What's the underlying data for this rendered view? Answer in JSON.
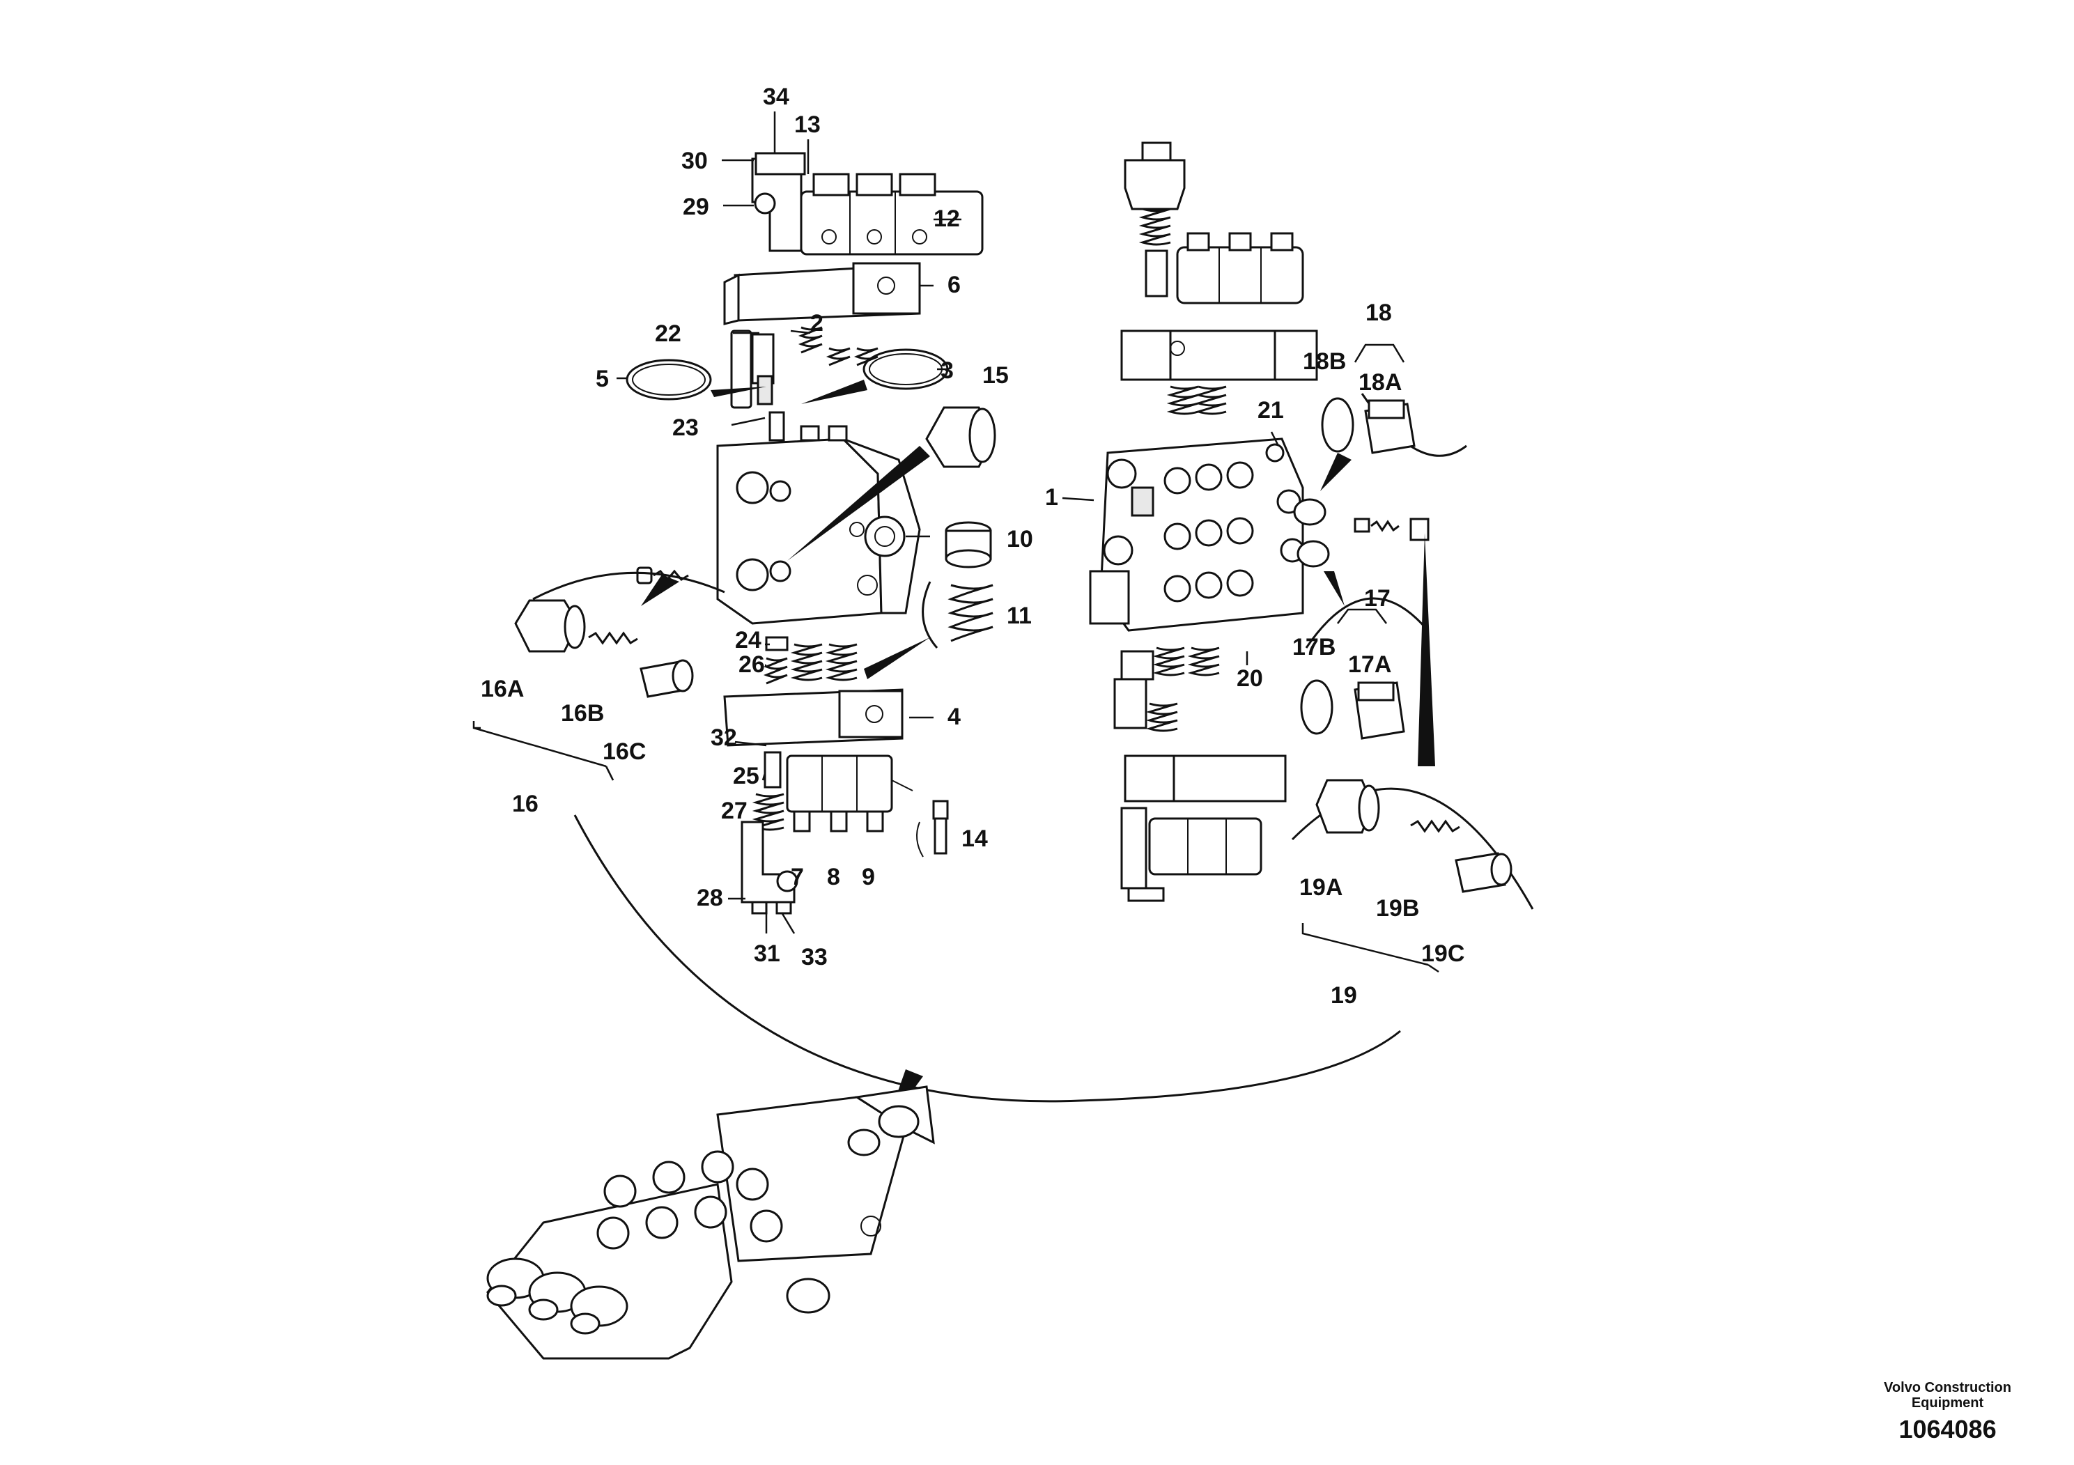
{
  "callouts": [
    "1",
    "2",
    "3",
    "4",
    "5",
    "6",
    "7",
    "8",
    "9",
    "10",
    "11",
    "12",
    "13",
    "14",
    "15",
    "16",
    "16A",
    "16B",
    "16C",
    "17",
    "17A",
    "17B",
    "18",
    "18A",
    "18B",
    "19",
    "19A",
    "19B",
    "19C",
    "20",
    "21",
    "22",
    "23",
    "24",
    "25",
    "26",
    "27",
    "28",
    "29",
    "30",
    "31",
    "32",
    "33",
    "34"
  ],
  "footer": {
    "company_line1": "Volvo Construction",
    "company_line2": "Equipment",
    "document_number": "1064086"
  }
}
